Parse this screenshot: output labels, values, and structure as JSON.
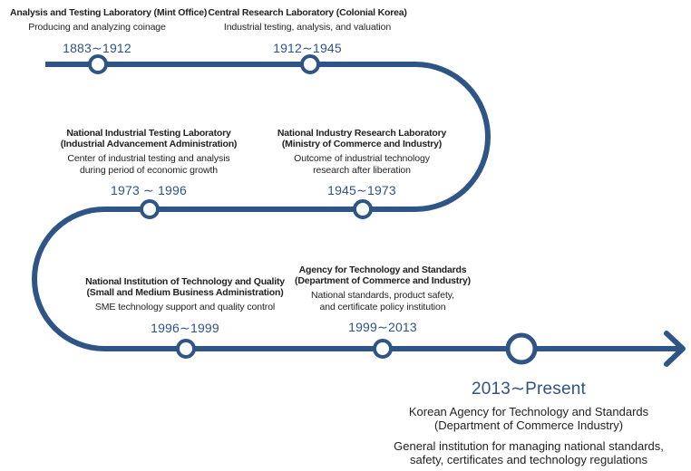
{
  "colors": {
    "line": "#2f5486",
    "period": "#2f5486",
    "node_fill": "#ffffff"
  },
  "icons": {
    "end": "arrow-right-icon"
  },
  "milestones": [
    {
      "title": "Analysis and Testing Laboratory (Mint Office)",
      "subtitle": "",
      "description": [
        "Producing and analyzing coinage"
      ],
      "period": "1883∼1912"
    },
    {
      "title": "Central Research Laboratory (Colonial Korea)",
      "subtitle": "",
      "description": [
        "Industrial testing, analysis, and valuation"
      ],
      "period": "1912∼1945"
    },
    {
      "title": "National Industry Research Laboratory",
      "subtitle": "(Ministry of Commerce and Industry)",
      "description": [
        "Outcome of industrial technology",
        "research after liberation"
      ],
      "period": "1945∼1973"
    },
    {
      "title": "National Industrial Testing Laboratory",
      "subtitle": "(Industrial Advancement Administration)",
      "description": [
        "Center of industrial testing and analysis",
        "during period of economic growth"
      ],
      "period": "1973 ∼ 1996"
    },
    {
      "title": "National Institution of Technology and Quality",
      "subtitle": "(Small and Medium Business Administration)",
      "description": [
        "SME technology support and quality control"
      ],
      "period": "1996∼1999"
    },
    {
      "title": "Agency for Technology and Standards",
      "subtitle": "(Department of Commerce and Industry)",
      "description": [
        "National standards, product safety,",
        "and certificate policy institution"
      ],
      "period": "1999∼2013"
    },
    {
      "title": "Korean Agency for Technology and Standards",
      "subtitle": "(Department of Commerce Industry)",
      "description": [
        "General institution for managing national standards,",
        "safety, certificates and technology regulations"
      ],
      "period": "2013∼Present"
    }
  ]
}
